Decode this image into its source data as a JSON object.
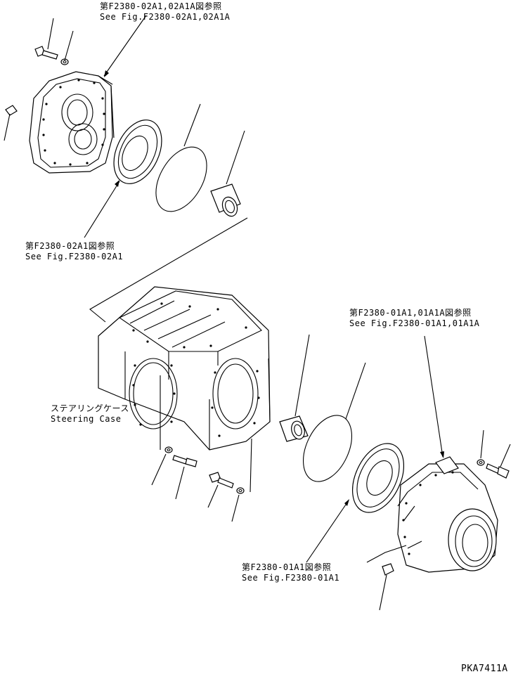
{
  "callouts": {
    "top_ref": {
      "jp": "第F2380-02A1,02A1A図参照",
      "en": "See Fig.F2380-02A1,02A1A"
    },
    "left_mid_ref": {
      "jp": "第F2380-02A1図参照",
      "en": "See Fig.F2380-02A1"
    },
    "right_ref": {
      "jp": "第F2380-01A1,01A1A図参照",
      "en": "See Fig.F2380-01A1,01A1A"
    },
    "bottom_ref": {
      "jp": "第F2380-01A1図参照",
      "en": "See Fig.F2380-01A1"
    },
    "steering_case": {
      "jp": "ステアリングケース",
      "en": "Steering Case"
    }
  },
  "drawing_code": "PKA7411A"
}
